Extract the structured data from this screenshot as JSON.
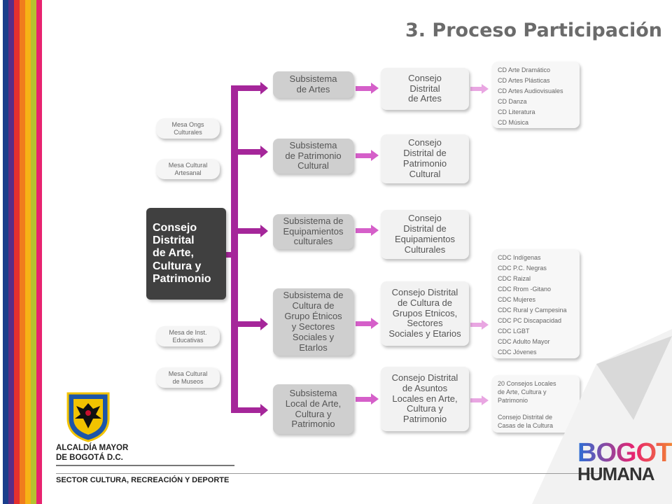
{
  "title": "3. Proceso Participación",
  "colors": {
    "stripes": [
      "#ffffff",
      "#1a3e8c",
      "#5a2d86",
      "#e5302e",
      "#f07c1d",
      "#f6b216",
      "#b6c230",
      "#e8236f",
      "#ffffff"
    ],
    "connector": "#a5269a",
    "connector_light": "#e07ed8"
  },
  "main_node": "Consejo\nDistrital\nde Arte,\nCultura y\nPatrimonio",
  "mesas": [
    "Mesa Ongs\nCulturales",
    "Mesa Cultural\nArtesanal",
    "Mesa de Inst.\nEducativas",
    "Mesa Cultural\nde Museos"
  ],
  "subsistemas": [
    "Subsistema\nde Artes",
    "Subsistema\nde Patrimonio\nCultural",
    "Subsistema de\nEquipamientos\nculturales",
    "Subsistema de\nCultura de\nGrupo Étnicos\ny Sectores\nSociales y\nEtarlos",
    "Subsistema\nLocal de Arte,\nCultura y\nPatrimonio"
  ],
  "consejos": [
    "Consejo\nDistrital\nde Artes",
    "Consejo\nDistrital de\nPatrimonio\nCultural",
    "Consejo\nDistrital de\nEquipamientos\nCulturales",
    "Consejo Distrital\nde Cultura de\nGrupos Etnicos,\nSectores\nSociales y Etarios",
    "Consejo Distrital\nde Asuntos\nLocales en Arte,\nCultura y\nPatrimonio"
  ],
  "list_artes": [
    "CD Arte Dramático",
    "CD Artes Plásticas",
    "CD Artes Audiovisuales",
    "CD Danza",
    "CD Literatura",
    "CD Música"
  ],
  "list_etnicos": [
    "CDC Indígenas",
    "CDC P.C. Negras",
    "CDC Raizal",
    "CDC Rrom -Gitano",
    "CDC Mujeres",
    "CDC Rural y Campesina",
    "CDC PC Discapacidad",
    "CDC LGBT",
    "CDC Adulto Mayor",
    "CDC Jóvenes"
  ],
  "list_locales": "20 Consejos Locales\nde Arte, Cultura y\nPatrimonio\n\nConsejo Distrital de\nCasas de la Cultura",
  "footer": {
    "alcaldia": "ALCALDÍA MAYOR\nDE BOGOTÁ D.C.",
    "sector": "SECTOR CULTURA, RECREACIÓN Y DEPORTE"
  },
  "brand": {
    "line1": "BOGOTÁ",
    "line2": "HUMANA"
  }
}
